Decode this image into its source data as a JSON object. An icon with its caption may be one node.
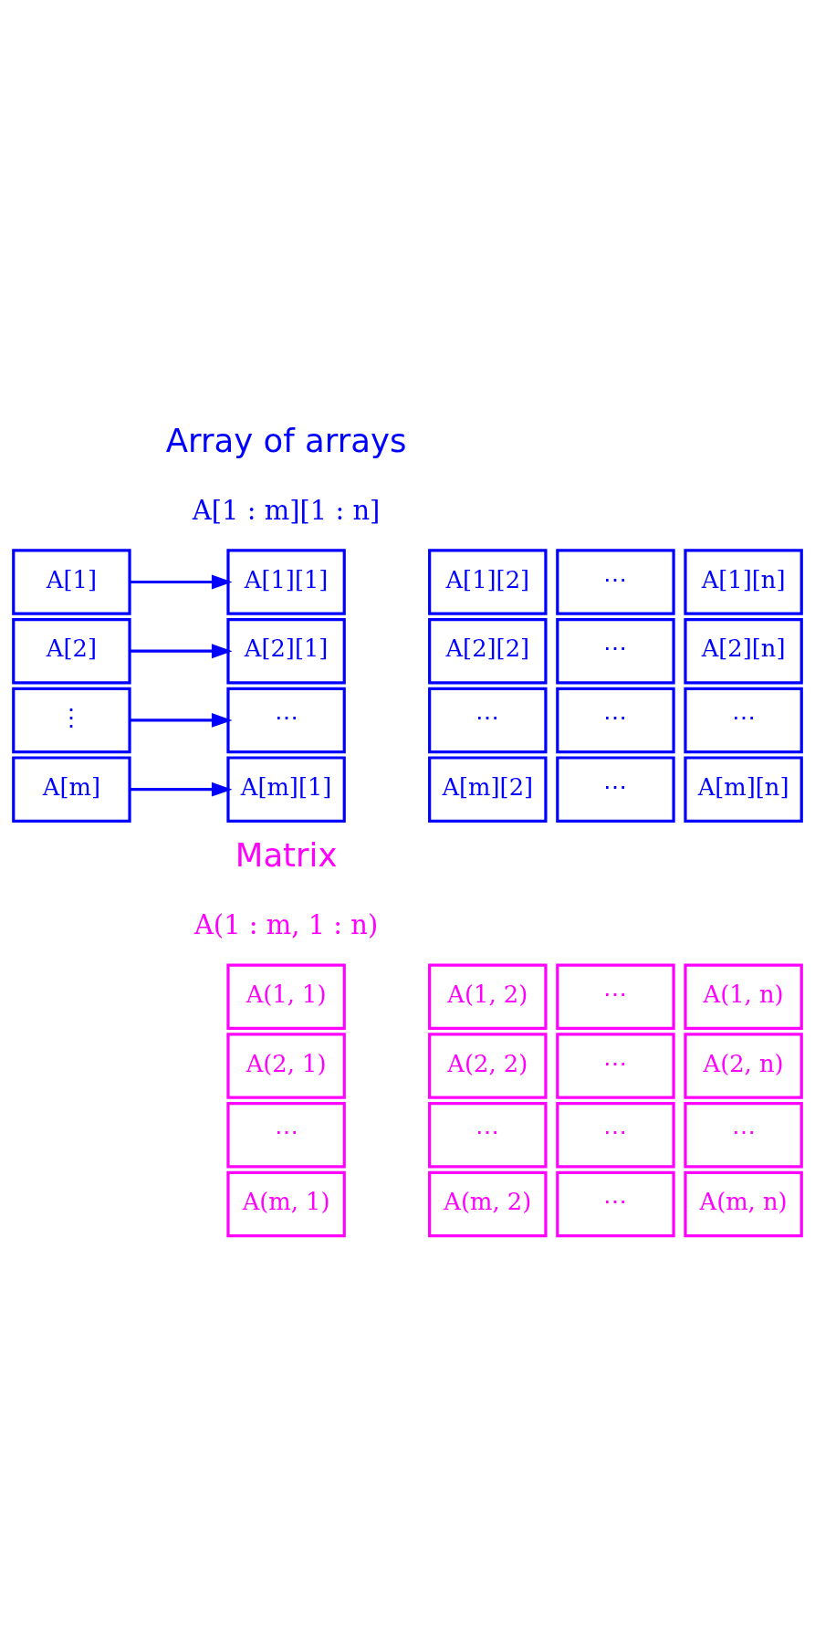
{
  "diagram": {
    "nodes": [
      {
        "text": [
          "A[1]"
        ]
      },
      {
        "text": [
          "A[2]"
        ]
      },
      {
        "text": [
          "⋮"
        ]
      },
      {
        "text": [
          "A[m]"
        ]
      },
      {
        "text": [
          "A[1][1]"
        ]
      },
      {
        "text": [
          "A[1][2]"
        ]
      },
      {
        "text": [
          "⋯"
        ]
      },
      {
        "text": [
          "A[1][n]"
        ]
      },
      {
        "text": [
          "A[2][1]"
        ]
      },
      {
        "text": [
          "A[2][2]"
        ]
      },
      {
        "text": [
          "⋯"
        ]
      },
      {
        "text": [
          "A[2][n]"
        ]
      },
      {
        "text": [
          "⋯"
        ]
      },
      {
        "text": [
          "⋯"
        ]
      },
      {
        "text": [
          "⋯"
        ]
      },
      {
        "text": [
          "⋯"
        ]
      },
      {
        "text": [
          "A[m][1]"
        ]
      },
      {
        "text": [
          "A[m][2]"
        ]
      },
      {
        "text": [
          "⋯"
        ]
      },
      {
        "text": [
          "A[m][n]"
        ]
      },
      {
        "text": [
          "A(1, 1)"
        ]
      },
      {
        "text": [
          "A(1, 2)"
        ]
      },
      {
        "text": [
          "⋯"
        ]
      },
      {
        "text": [
          "A(1, n)"
        ]
      },
      {
        "text": [
          "A(2, 1)"
        ]
      },
      {
        "text": [
          "A(2, 2)"
        ]
      },
      {
        "text": [
          "⋯"
        ]
      },
      {
        "text": [
          "A(2, n)"
        ]
      },
      {
        "text": [
          "⋯"
        ]
      },
      {
        "text": [
          "⋯"
        ]
      },
      {
        "text": [
          "⋯"
        ]
      },
      {
        "text": [
          "⋯"
        ]
      },
      {
        "text": [
          "A(m, 1)"
        ]
      },
      {
        "text": [
          "A(m, 2)"
        ]
      },
      {
        "text": [
          "⋯"
        ]
      },
      {
        "text": [
          "A(m, n)"
        ]
      }
    ],
    "edges": [
      {
        "from": 0,
        "to": 4,
        "arrow": "to"
      },
      {
        "from": 1,
        "to": 8,
        "arrow": "to"
      },
      {
        "from": 2,
        "to": 12,
        "arrow": "to"
      },
      {
        "from": 3,
        "to": 16,
        "arrow": "to"
      }
    ],
    "labels": [
      "Array of arrays",
      "A[1 : m][1 : n]",
      "Matrix",
      "A(1 : m, 1 : n)"
    ]
  }
}
